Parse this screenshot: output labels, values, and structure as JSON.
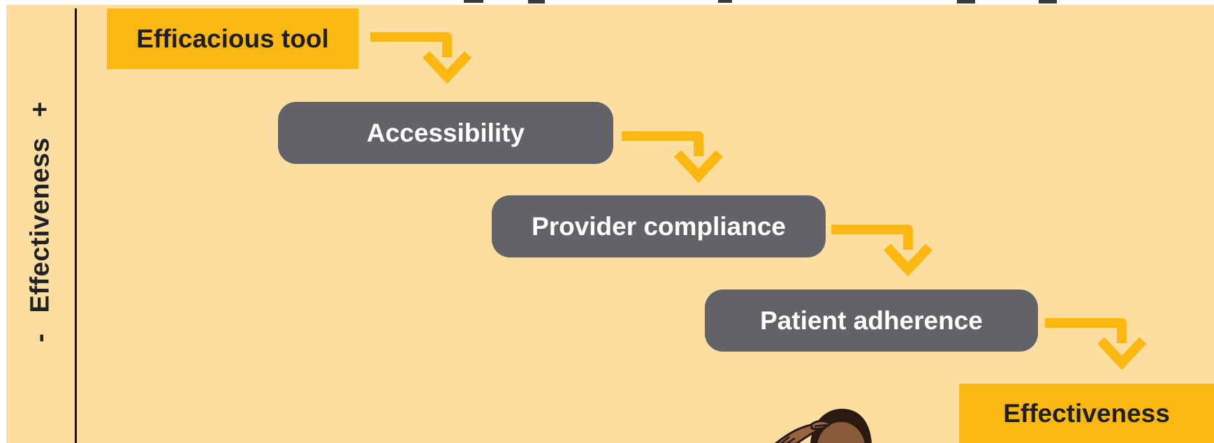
{
  "axis": {
    "label": "Effectiveness",
    "minus_sign": "-",
    "plus_sign": "+"
  },
  "steps": [
    {
      "label": "Efficacious tool"
    },
    {
      "label": "Accessibility"
    },
    {
      "label": "Provider compliance"
    },
    {
      "label": "Patient adherence"
    },
    {
      "label": "Effectiveness"
    }
  ],
  "colors": {
    "background": "#fddea1",
    "accent": "#fcb711",
    "box_gray": "#626366",
    "axis": "#111111"
  }
}
